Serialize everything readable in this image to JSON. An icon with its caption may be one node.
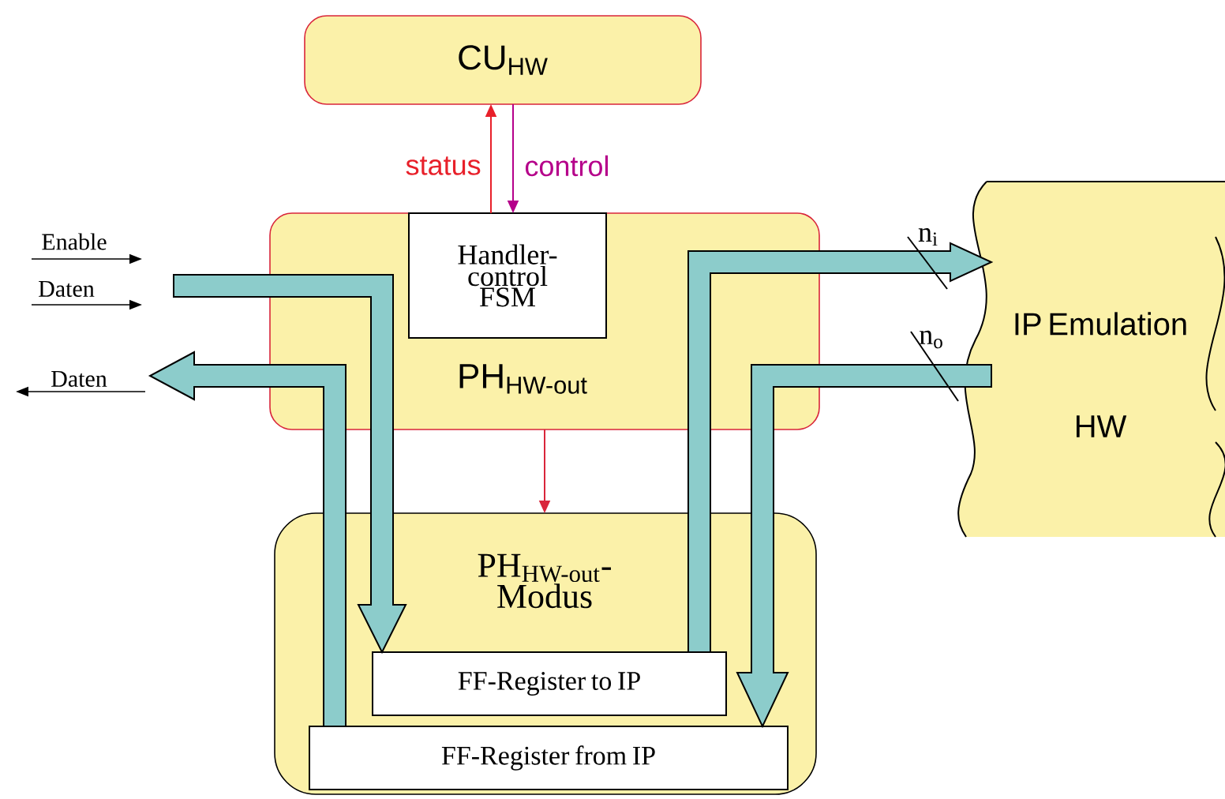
{
  "diagram": {
    "nodes": [
      {
        "text": [
          "CU$_{HW}$"
        ]
      },
      {
        "text": [
          "PH$_{HW-out}$"
        ]
      },
      {
        "text": [
          "Handler-control FSM"
        ],
        "in": 1
      },
      {
        "text": [
          "PH$_{HW-out}$- Modus"
        ]
      },
      {
        "text": [
          "FF-Register to IP"
        ],
        "in": 3
      },
      {
        "text": [
          "FF-Register from IP"
        ],
        "in": 3
      },
      {
        "text": [
          "IP Emulation",
          "HW"
        ]
      }
    ],
    "edges": [
      {
        "from": 1,
        "to": 0,
        "arrow": "to",
        "label": "status",
        "color": "#e8202a"
      },
      {
        "from": 0,
        "to": 2,
        "arrow": "to",
        "label": "control",
        "color": "#b5008a"
      },
      {
        "from": 1,
        "to": 3,
        "arrow": "to",
        "color": "#d9263b"
      },
      {
        "from": null,
        "to": 4,
        "arrow": "to",
        "style": "thick",
        "color": "#8ccccb"
      },
      {
        "from": 5,
        "to": null,
        "arrow": "to",
        "style": "thick",
        "color": "#8ccccb"
      },
      {
        "from": 4,
        "to": 6,
        "arrow": "to",
        "style": "thick",
        "color": "#8ccccb"
      },
      {
        "from": 6,
        "to": 5,
        "arrow": "to",
        "style": "thick",
        "color": "#8ccccb"
      }
    ],
    "labels": [
      "Enable",
      "n$_{i}$",
      "Daten",
      "n$_{o}$",
      "Daten"
    ]
  }
}
